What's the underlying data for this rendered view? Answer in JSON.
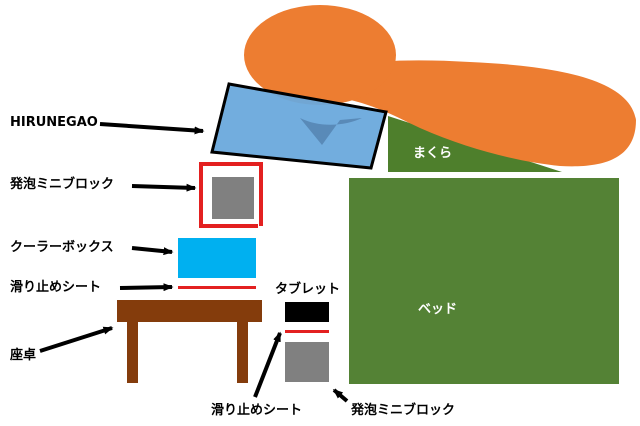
{
  "labels": {
    "hirunegao": "HIRUNEGAO",
    "block_left": "発泡ミニブロック",
    "cooler_box": "クーラーボックス",
    "nonslip_left": "滑り止めシート",
    "desk": "座卓",
    "tablet": "タブレット",
    "nonslip_bottom": "滑り止めシート",
    "block_bottom": "発泡ミニブロック",
    "pillow": "まくら",
    "bed": "ベッド"
  },
  "colors": {
    "person": "#ed7d31",
    "hirunegao_panel": "#6aa9dc",
    "hirunegao_border": "#000000",
    "pillow": "#4e7f2c",
    "bed": "#548235",
    "foam_block": "#808080",
    "frame_red": "#e32020",
    "cooler_box": "#00b0f0",
    "desk": "#843c0c",
    "tablet": "#000000",
    "arrow": "#000000",
    "label_on_green": "#ffffff"
  }
}
